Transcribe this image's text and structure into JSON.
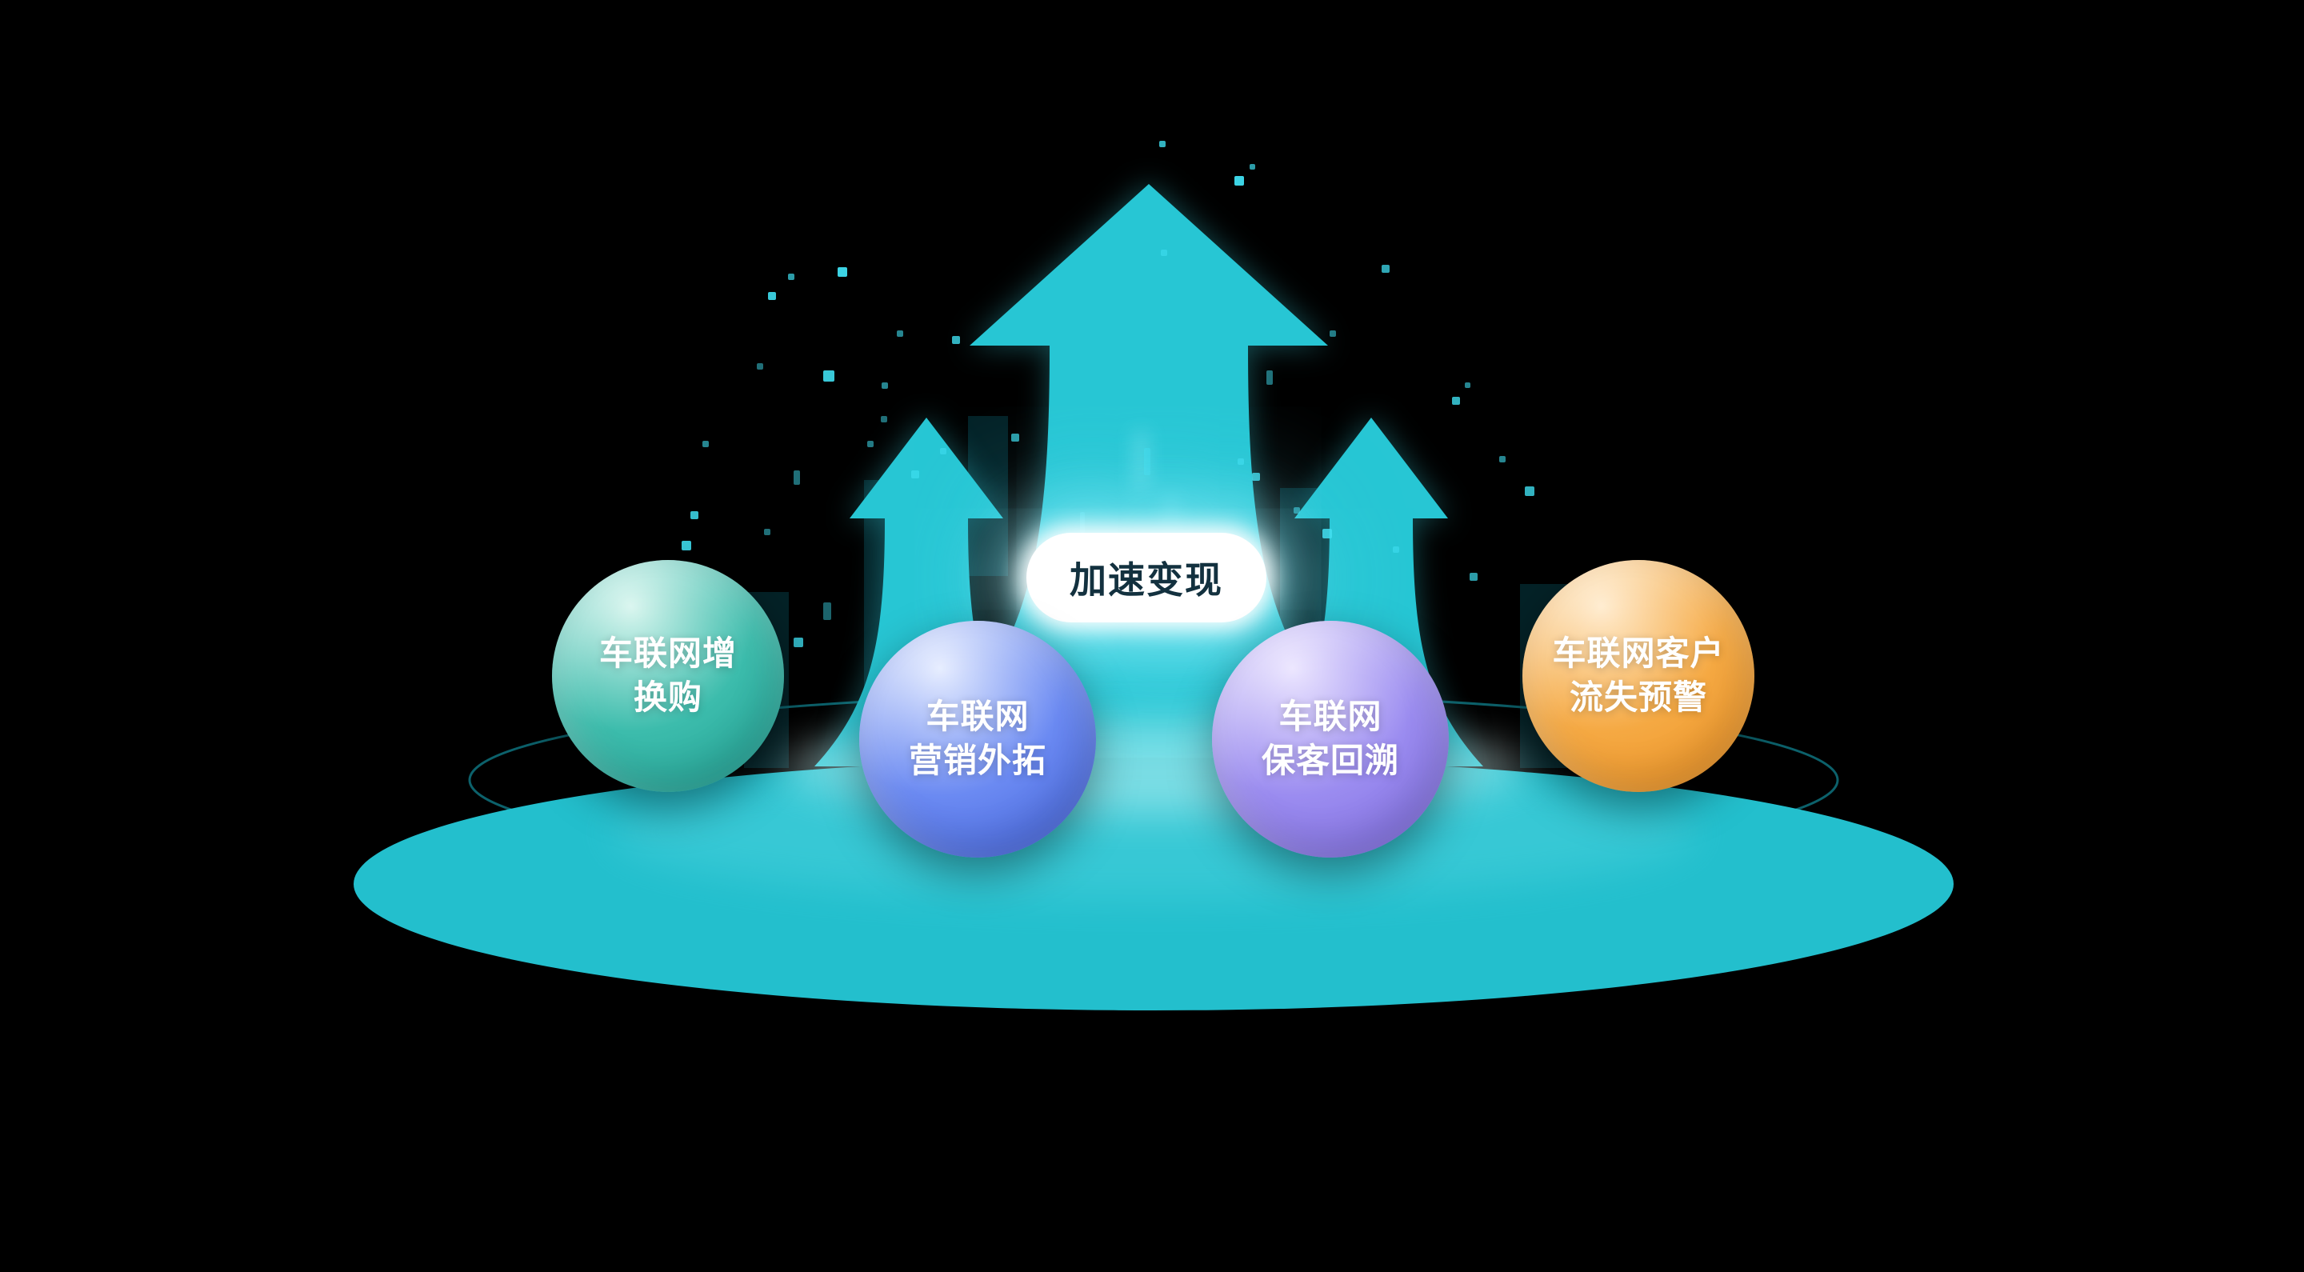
{
  "diagram": {
    "background_color": "#000000",
    "center_label": "加速变现",
    "label_bg": "#ffffff",
    "label_text_color": "#13313f",
    "arrow_color": "#27c6d4",
    "platform_color": "#23bfcd",
    "particle_color": "#3fdef0",
    "ring_color": "#0d6b77",
    "spheres": [
      {
        "id": "telematics-tradein",
        "line1": "车联网增",
        "line2": "换购",
        "color_light": "#d9f6ef",
        "color_main": "#3cbcac",
        "color_deep": "#1f9e92"
      },
      {
        "id": "telematics-marketing",
        "line1": "车联网",
        "line2": "营销外拓",
        "color_light": "#e6edff",
        "color_main": "#6b8af2",
        "color_deep": "#3f5fd9"
      },
      {
        "id": "telematics-retention",
        "line1": "车联网",
        "line2": "保客回溯",
        "color_light": "#ece6ff",
        "color_main": "#9b8cf0",
        "color_deep": "#7a67dd"
      },
      {
        "id": "telematics-churn-warning",
        "line1": "车联网客户",
        "line2": "流失预警",
        "color_light": "#ffeccf",
        "color_main": "#f5a943",
        "color_deep": "#ec8f1f"
      }
    ]
  }
}
